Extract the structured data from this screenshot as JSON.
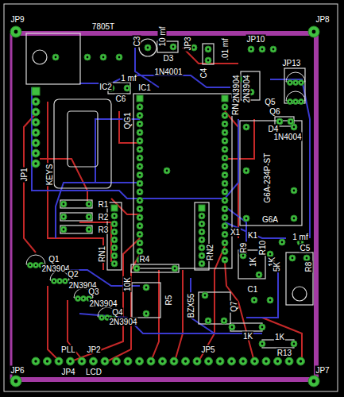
{
  "diagram": {
    "labels": [
      "7805T",
      "C3",
      "10 mf",
      "D3",
      "1N4001",
      "JP3",
      "C4",
      ".01 mf",
      "JP10",
      "JP13",
      "IC2",
      "1 mf",
      "C6",
      "IC1",
      "QG1",
      "RN3",
      "2N3904",
      "2N3904",
      "Q5",
      "Q6",
      "D4",
      "1N4004",
      "G6A-234P-ST",
      "G6A",
      "K1",
      "JP1",
      "KEYS",
      "R1",
      "R2",
      "R3",
      "RN1",
      "RN2",
      "R4",
      "R5",
      "10K",
      "Q1",
      "2N3904",
      "Q2",
      "2N3904",
      "Q3",
      "2N3904",
      "Q4",
      "2N3904",
      "BZX55",
      "Q7",
      "R9",
      "1K",
      "R10",
      "1K",
      "5K",
      "R8",
      "1 mf",
      "C5",
      "C1",
      "X1",
      "1K",
      "1K",
      "R13",
      "JP9",
      "JP8",
      "JP6",
      "JP7",
      "PLL",
      "JP4",
      "JP2",
      "LCD",
      "JP5"
    ]
  }
}
